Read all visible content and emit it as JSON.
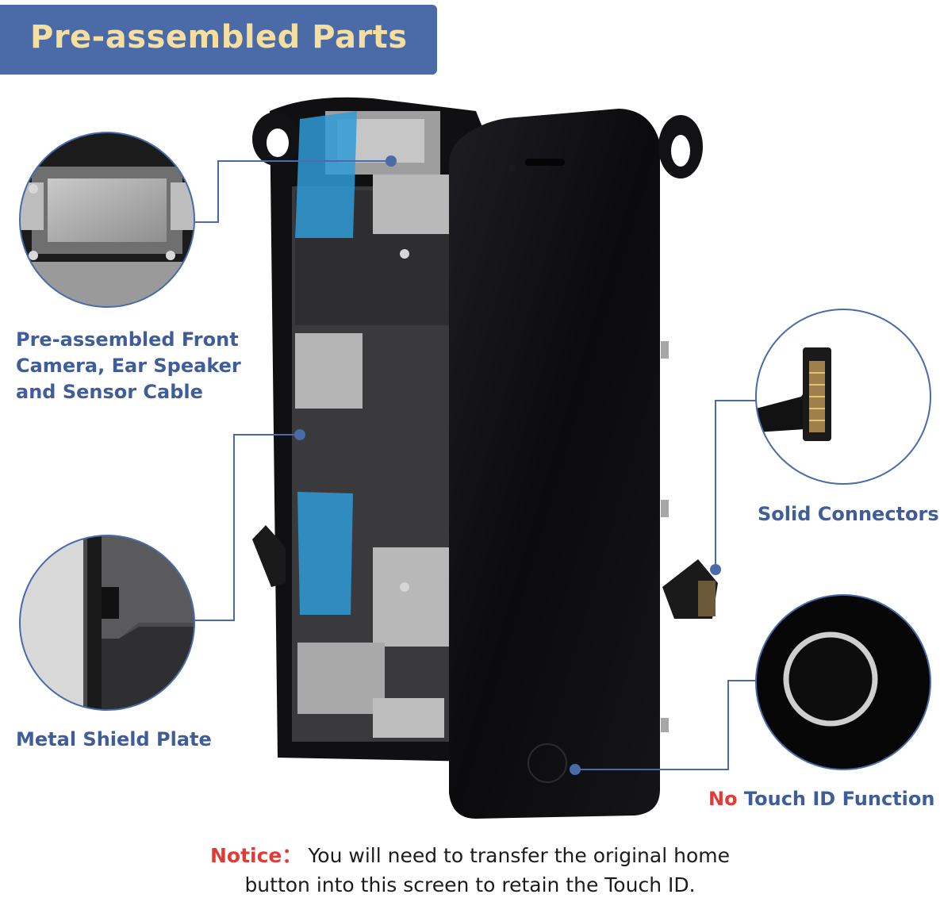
{
  "banner": {
    "title": "Pre-assembled Parts"
  },
  "callouts": {
    "front_camera": {
      "line1": "Pre-assembled Front",
      "line2": "Camera, Ear Speaker",
      "line3": "and Sensor Cable",
      "icon": "ear-speaker-closeup"
    },
    "metal_shield": {
      "label": "Metal Shield Plate",
      "icon": "shield-plate-closeup"
    },
    "connectors": {
      "label": "Solid Connectors",
      "icon": "connector-closeup"
    },
    "touch_id": {
      "label_red": "No",
      "label_rest": " Touch ID Function",
      "icon": "home-button-closeup"
    }
  },
  "notice": {
    "label": "Notice：",
    "line1": " You will need to transfer the original home",
    "line2": "button into this screen to retain the Touch ID."
  },
  "colors": {
    "banner_bg": "#4a6aa8",
    "banner_text": "#f5dfa0",
    "callout_text": "#3f5e99",
    "accent_red": "#e03b36",
    "leader_line": "#4a6aa8"
  }
}
